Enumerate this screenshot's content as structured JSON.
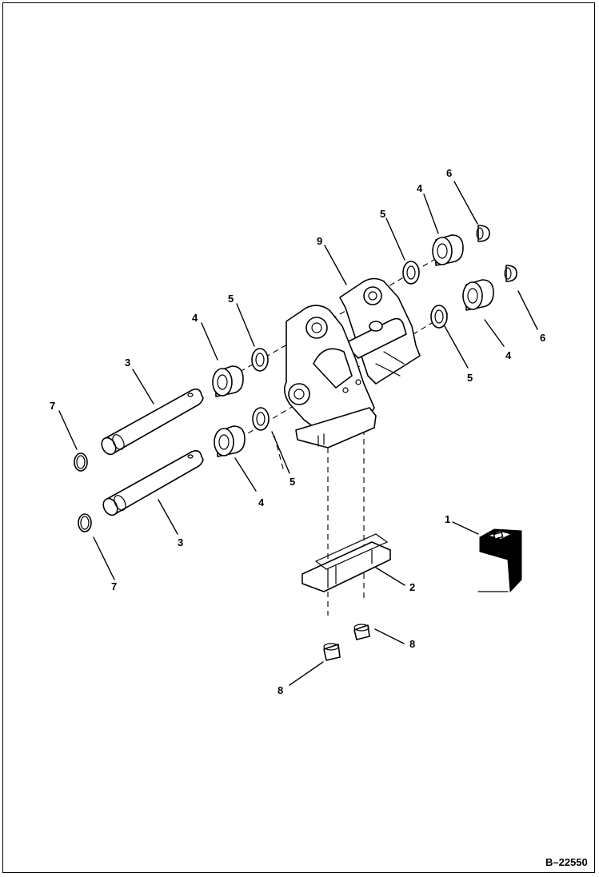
{
  "figure": {
    "reference_number": "B–22550",
    "callouts": {
      "c1": "1",
      "c2": "2",
      "c3a": "3",
      "c3b": "3",
      "c4a": "4",
      "c4b": "4",
      "c4c": "4",
      "c4d": "4",
      "c5a": "5",
      "c5b": "5",
      "c5c": "5",
      "c5d": "5",
      "c6a": "6",
      "c6b": "6",
      "c7a": "7",
      "c7b": "7",
      "c8a": "8",
      "c8b": "8",
      "c9": "9"
    }
  },
  "colors": {
    "line": "#000000",
    "background": "#ffffff"
  }
}
